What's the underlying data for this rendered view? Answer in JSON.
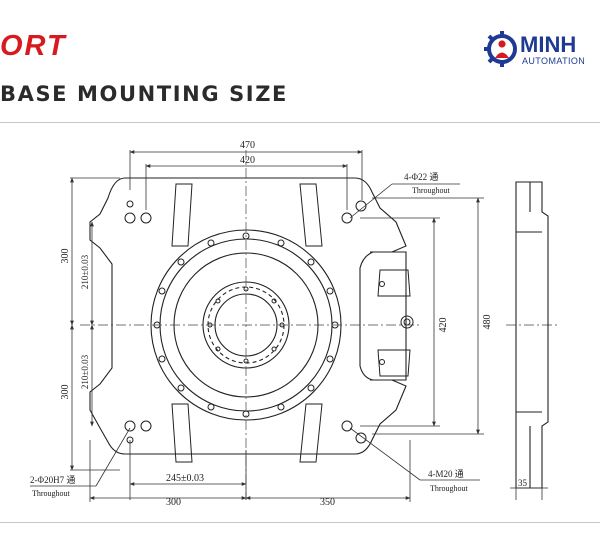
{
  "header": {
    "brand": "ORT",
    "title": "BASE MOUNTING SIZE"
  },
  "logo": {
    "name": "MINH",
    "sub": "AUTOMATION",
    "icon": "gear-person-icon",
    "color": "#1f3a93",
    "accent": "#d71920"
  },
  "dimensions": {
    "top_outer": "470",
    "top_inner": "420",
    "left_upper": "300",
    "left_upper_inner": "210±0.03",
    "left_lower": "300",
    "left_lower_inner": "210±0.03",
    "right_inner": "420",
    "right_outer": "480",
    "bottom_inner": "245±0.03",
    "bottom_left": "300",
    "bottom_right": "350",
    "side_width": "35"
  },
  "callouts": {
    "top_right_label": "4-Φ22 通",
    "top_right_sub": "Throughout",
    "bottom_left_label": "2-Φ20H7 通",
    "bottom_left_sub": "Throughout",
    "bottom_right_label": "4-M20 通",
    "bottom_right_sub": "Throughout"
  }
}
